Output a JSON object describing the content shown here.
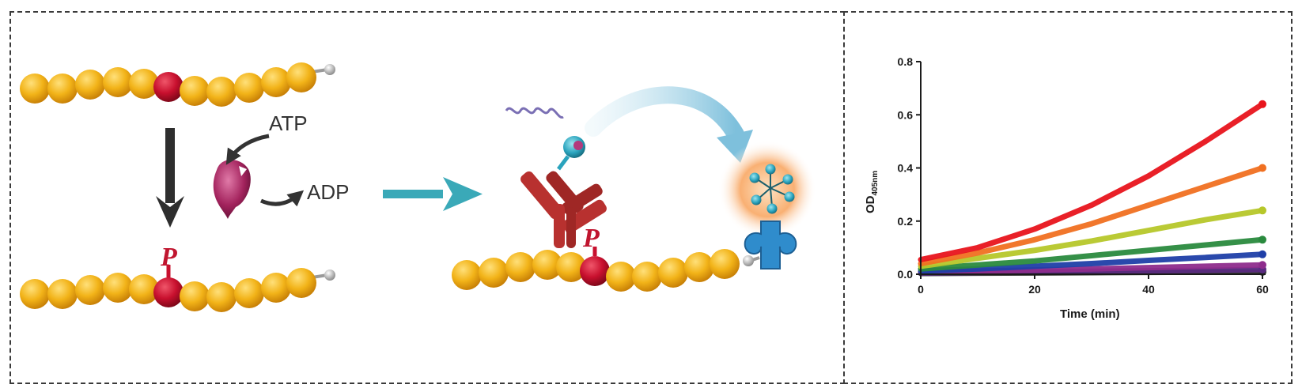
{
  "diagram": {
    "atp_label": "ATP",
    "adp_label": "ADP",
    "phospho_label": "P",
    "colors": {
      "bead": "#f2b318",
      "phospho_bead": "#c8102e",
      "kinase": "#a3235d",
      "antibody": "#b8312f",
      "enzyme": "#2f8ccc",
      "arrow_teal": "#3aa9b8",
      "arrow_dark": "#2e2e2e",
      "glow": "#f7a35c"
    },
    "icons": [
      "substrate-peptide",
      "kinase-enzyme",
      "phospho-antibody",
      "hrp-enzyme",
      "signal-wave"
    ]
  },
  "chart_data": {
    "type": "line",
    "title": "",
    "xlabel": "Time (min)",
    "ylabel_main": "OD",
    "ylabel_sub": "405nm",
    "xlim": [
      0,
      60
    ],
    "ylim": [
      0,
      0.8
    ],
    "xticks": [
      0,
      20,
      40,
      60
    ],
    "yticks": [
      0.0,
      0.2,
      0.4,
      0.6,
      0.8
    ],
    "x": [
      0,
      10,
      20,
      30,
      40,
      50,
      60
    ],
    "grid": false,
    "legend": "none",
    "series": [
      {
        "color": "#e8141c",
        "values": [
          0.055,
          0.1,
          0.17,
          0.26,
          0.37,
          0.5,
          0.64
        ]
      },
      {
        "color": "#f07021",
        "values": [
          0.04,
          0.08,
          0.13,
          0.19,
          0.26,
          0.33,
          0.4
        ]
      },
      {
        "color": "#b6c72a",
        "values": [
          0.03,
          0.06,
          0.09,
          0.125,
          0.165,
          0.205,
          0.24
        ]
      },
      {
        "color": "#2a8a3e",
        "values": [
          0.02,
          0.035,
          0.05,
          0.07,
          0.09,
          0.11,
          0.13
        ]
      },
      {
        "color": "#1f3fa8",
        "values": [
          0.012,
          0.02,
          0.03,
          0.04,
          0.052,
          0.063,
          0.075
        ]
      },
      {
        "color": "#8e2c8c",
        "values": [
          0.008,
          0.012,
          0.016,
          0.02,
          0.025,
          0.03,
          0.035
        ]
      },
      {
        "color": "#5a2a80",
        "values": [
          0.005,
          0.007,
          0.009,
          0.011,
          0.013,
          0.015,
          0.018
        ]
      },
      {
        "color": "#333333",
        "values": [
          0.003,
          0.004,
          0.005,
          0.006,
          0.007,
          0.008,
          0.009
        ]
      }
    ]
  }
}
